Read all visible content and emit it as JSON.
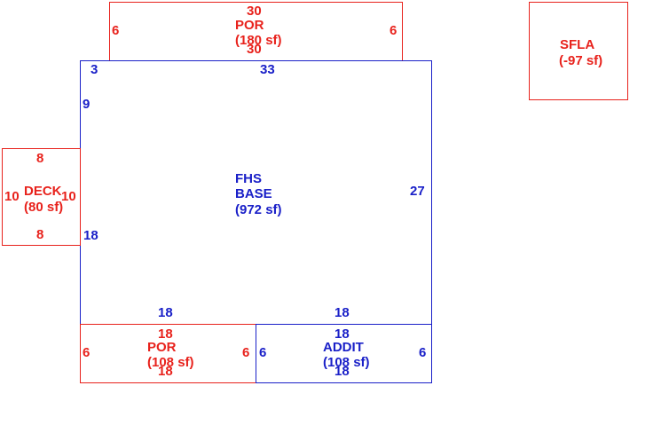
{
  "colors": {
    "addon": "#e8221c",
    "base": "#1a20c8"
  },
  "areas": {
    "por_top": {
      "name": "POR",
      "area": "(180 sf)",
      "dims": {
        "top": "30",
        "bottom": "30",
        "left": "6",
        "right": "6"
      }
    },
    "sfla": {
      "name": "SFLA",
      "area": "(-97 sf)"
    },
    "base": {
      "name1": "FHS",
      "name2": "BASE",
      "area": "(972 sf)",
      "dims": {
        "top_left": "3",
        "top": "33",
        "left_upper": "9",
        "left_lower": "18",
        "right": "27",
        "bottom_left": "18",
        "bottom_right": "18"
      }
    },
    "deck": {
      "name": "DECK",
      "area": "(80 sf)",
      "dims": {
        "top": "8",
        "bottom": "8",
        "left": "10",
        "right": "10"
      }
    },
    "por_bottom": {
      "name": "POR",
      "area": "(108 sf)",
      "dims": {
        "top": "18",
        "bottom": "18",
        "left": "6",
        "right": "6"
      }
    },
    "addit": {
      "name": "ADDIT",
      "area": "(108 sf)",
      "dims": {
        "top": "18",
        "bottom": "18",
        "left": "6",
        "right": "6"
      }
    }
  }
}
